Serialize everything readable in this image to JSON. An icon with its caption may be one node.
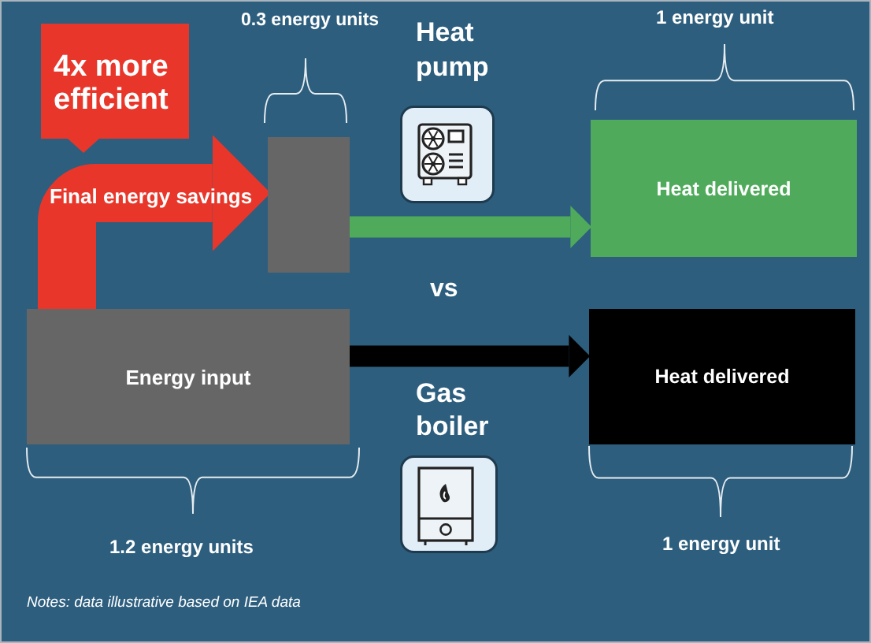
{
  "diagram": {
    "nodes": [
      {
        "text": [
          "4x more efficient"
        ]
      },
      {
        "text": [],
        "shape": "box"
      },
      {
        "text": [
          "Heat delivered"
        ]
      },
      {
        "text": [
          "Energy input"
        ]
      },
      {
        "text": [
          "Heat delivered"
        ]
      }
    ],
    "edges": [
      {
        "from": 3,
        "to": 1,
        "arrow": "to",
        "label": "Final energy savings",
        "style": "thick",
        "color": "#e8372a"
      },
      {
        "from": 1,
        "to": 2,
        "arrow": "to",
        "color": "#4fab5b"
      },
      {
        "from": 3,
        "to": 4,
        "arrow": "to",
        "color": "#000000"
      }
    ],
    "labels": [
      "0.3 energy units",
      "Heat pump",
      "1 energy unit",
      "vs",
      "Gas boiler",
      "1.2 energy units",
      "1 energy unit",
      "Notes: data illustrative based on IEA data"
    ]
  }
}
